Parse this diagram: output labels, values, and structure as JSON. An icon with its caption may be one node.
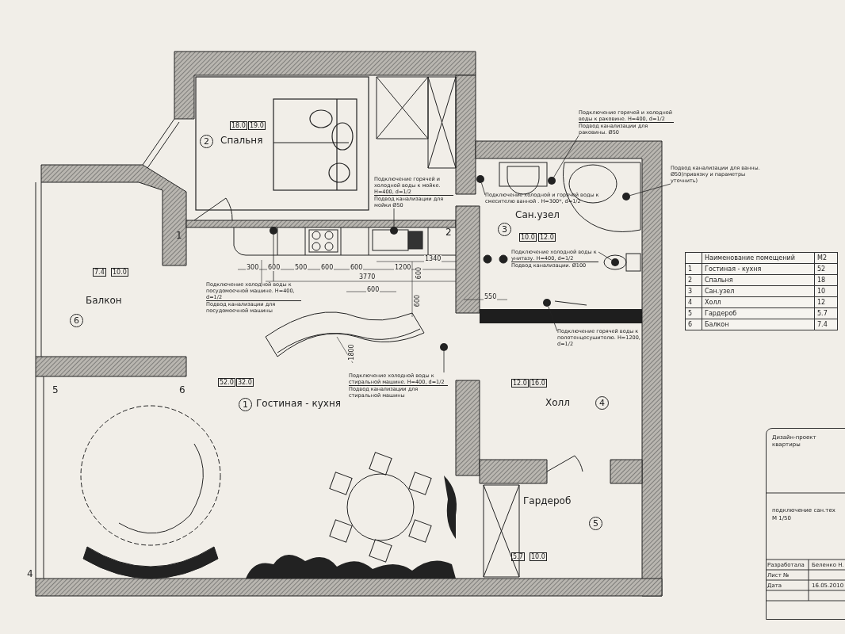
{
  "diagram": {
    "nodes": [
      {
        "text": [
          "18.0",
          "19.0",
          "2",
          "Спальня"
        ]
      },
      {
        "text": [
          "Подключение горячей и холодной воды к раковине. Н=400, d=1/2",
          "Подвод канализации для раковины. Ø50"
        ]
      },
      {
        "text": [
          "Подвод канализации для ванны. Ø50(привязку и параметры уточнить)"
        ]
      },
      {
        "text": [
          "Подключение горячей и холодной воды к мойке. Н=400, d=1/2",
          "Подвод канализации для мойки Ø50"
        ]
      },
      {
        "text": [
          "Подключение холодной и горячей воды к смесителю ванной . Н=300*, d=1/2"
        ]
      },
      {
        "text": [
          "Сан.узел",
          "3",
          "10.0",
          "12.0"
        ]
      },
      {
        "text": [
          "Подключение холодной воды к унитазу. Н=400, d=1/2",
          "Подвод канализации. Ø100"
        ]
      },
      {
        "text": [
          "7.4",
          "10.0",
          "Балкон",
          "6"
        ]
      },
      {
        "text": [
          "Подключение холодной воды к посудомоечной машине. Н=400, d=1/2",
          "Подвод канализации для посудомоечной машины"
        ]
      },
      {
        "text": [
          "Подключение горячей воды к полотенцесушителю. Н=1200, d=1/2"
        ]
      },
      {
        "text": [
          "Подключение холодной воды к стиральной машине. Н=400, d=1/2",
          "Подвод канализации для стиральной машины"
        ]
      },
      {
        "text": [
          "52.0",
          "32.0",
          "1",
          "Гостиная - кухня"
        ]
      },
      {
        "text": [
          "12.0",
          "16.0",
          "Холл",
          "4"
        ]
      },
      {
        "text": [
          "Гардероб",
          "5",
          "5.7",
          "10.0"
        ]
      },
      {
        "text": [],
        "shape": "circle"
      },
      {
        "text": [],
        "shape": "circle"
      },
      {
        "text": [],
        "shape": "circle"
      },
      {
        "text": [],
        "shape": "circle"
      },
      {
        "text": [],
        "shape": "circle"
      },
      {
        "text": [],
        "shape": "circle"
      },
      {
        "text": [],
        "shape": "circle"
      },
      {
        "text": [],
        "shape": "circle"
      }
    ],
    "edges": [
      {
        "from": 1,
        "to": 14,
        "arrow": "none"
      },
      {
        "from": 2,
        "to": 15,
        "arrow": "none"
      },
      {
        "from": 3,
        "to": 16,
        "arrow": "none"
      },
      {
        "from": 4,
        "to": 17,
        "arrow": "none"
      },
      {
        "from": 6,
        "to": 18,
        "arrow": "none"
      },
      {
        "from": 8,
        "to": 19,
        "arrow": "none"
      },
      {
        "from": 9,
        "to": 20,
        "arrow": "none"
      },
      {
        "from": 10,
        "to": 21,
        "arrow": "none"
      }
    ],
    "labels": [
      "1",
      "2",
      "5",
      "6",
      "4",
      "300",
      "600",
      "500",
      "600",
      "600",
      "1200",
      "1340",
      "3770",
      "600",
      "600",
      "600",
      "550",
      "1800",
      "Наименование помещений",
      "М2",
      "1",
      "Гостиная - кухня",
      "52",
      "2",
      "Спальня",
      "18",
      "3",
      "Сан.узел",
      "10",
      "4",
      "Холл",
      "12",
      "5",
      "Гардероб",
      "5.7",
      "6",
      "Балкон",
      "7.4",
      "Дизайн-проект квартиры",
      "подключение сан.тех",
      "М 1/50",
      "Разработала",
      "Беленко Н.",
      "Лист №",
      "Дата",
      "16.05.2010"
    ]
  }
}
